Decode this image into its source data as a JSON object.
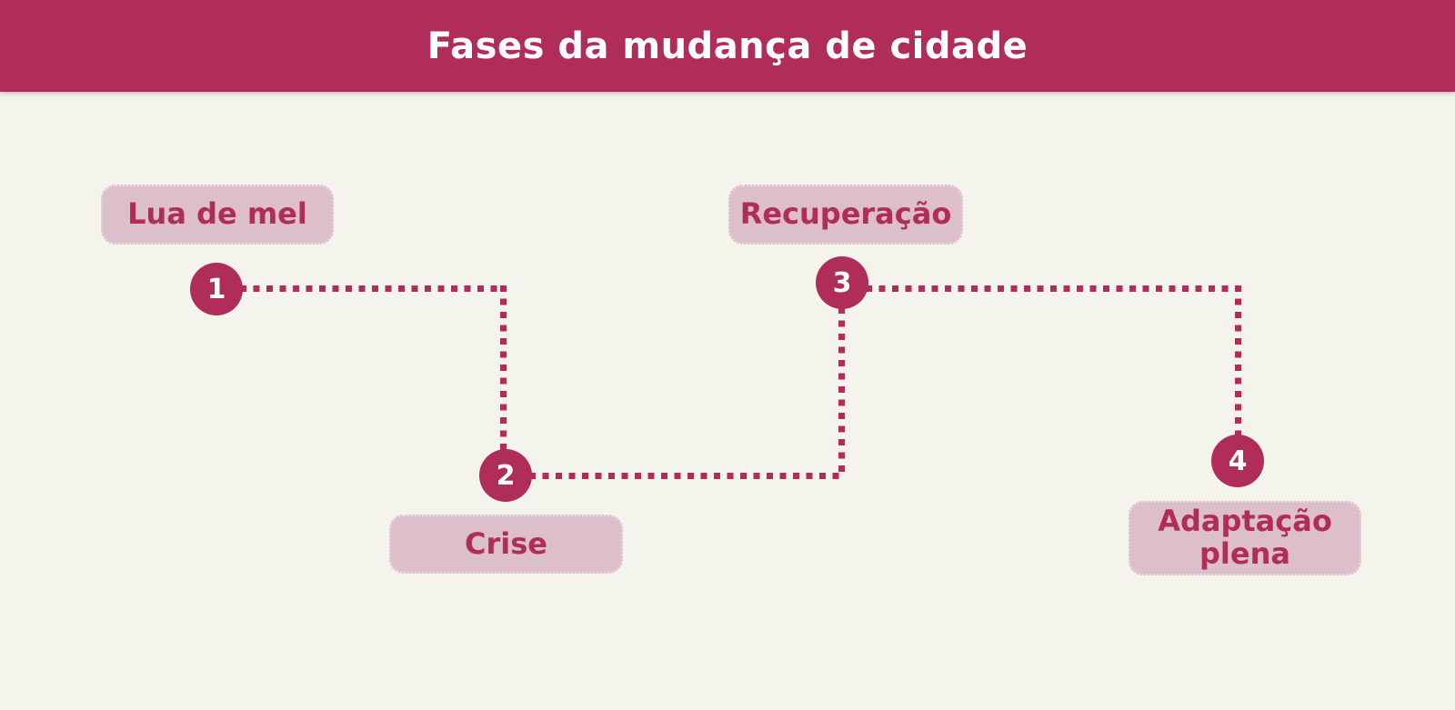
{
  "title": "Fases da mudança de cidade",
  "colors": {
    "accent": "#b12d59",
    "banner_bg": "#b12d59",
    "box_bg": "#ddbecb",
    "background": "#f4f3ec",
    "title_text": "#ffffff",
    "number_text": "#ffffff"
  },
  "steps": [
    {
      "number": "1",
      "label": "Lua de mel"
    },
    {
      "number": "2",
      "label": "Crise"
    },
    {
      "number": "3",
      "label": "Recuperação"
    },
    {
      "number": "4",
      "label": "Adaptação plena"
    }
  ]
}
